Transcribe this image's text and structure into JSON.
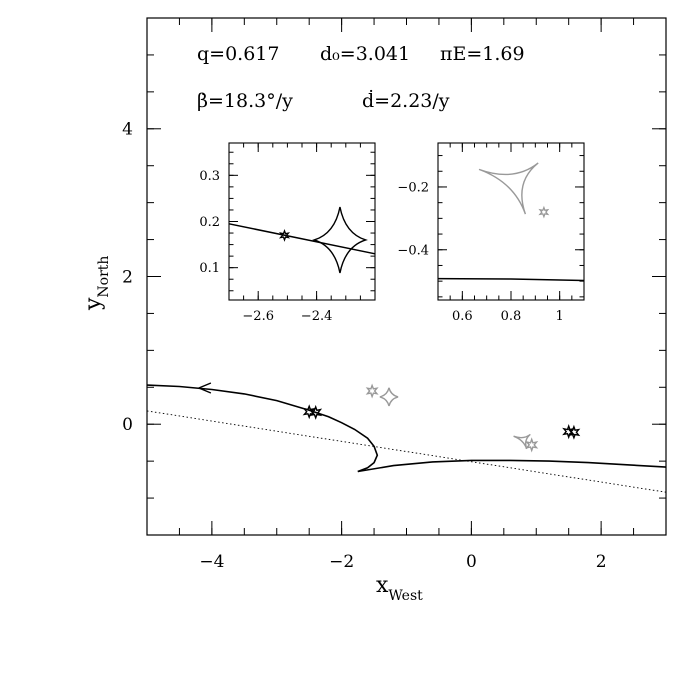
{
  "chart_data": {
    "type": "line",
    "xlabel": "x",
    "xlabel_sub": "West",
    "ylabel": "y",
    "ylabel_sub": "North",
    "xlim": [
      -5,
      3
    ],
    "ylim": [
      -1.5,
      5.5
    ],
    "xticks": [
      -4,
      -2,
      0,
      2
    ],
    "yticks": [
      0,
      2,
      4
    ],
    "xtick_labels": [
      "−4",
      "−2",
      "0",
      "2"
    ],
    "ytick_labels": [
      "0",
      "2",
      "4"
    ],
    "annotations": {
      "line1": {
        "q": "q=0.617",
        "d0": "d₀=3.041",
        "piE": "πΕ=1.69"
      },
      "line2": {
        "beta": "β̇=18.3°/y",
        "ddot": "ḋ=2.23/y"
      }
    },
    "series": [
      {
        "style": "solid",
        "color": "#000000",
        "arrow_at": [
          -4.2,
          0.49
        ],
        "x": [
          -5,
          -4.5,
          -4,
          -3.5,
          -3,
          -2.5,
          -2.2,
          -2.0,
          -1.8,
          -1.6,
          -1.5,
          -1.45,
          -1.5,
          -1.6,
          -1.75
        ],
        "y": [
          0.53,
          0.51,
          0.47,
          0.41,
          0.32,
          0.19,
          0.1,
          0.02,
          -0.07,
          -0.19,
          -0.3,
          -0.42,
          -0.52,
          -0.59,
          -0.64
        ]
      },
      {
        "style": "solid",
        "color": "#000000",
        "x": [
          -1.75,
          -1.2,
          -0.6,
          0,
          0.6,
          1.2,
          1.8,
          2.4,
          3
        ],
        "y": [
          -0.64,
          -0.56,
          -0.51,
          -0.49,
          -0.49,
          -0.5,
          -0.52,
          -0.55,
          -0.58
        ]
      },
      {
        "style": "dotted",
        "color": "#000000",
        "x": [
          -5,
          3
        ],
        "y": [
          0.18,
          -0.92
        ]
      }
    ],
    "caustics": [
      {
        "color": "#999999",
        "cx": -1.27,
        "cy": 0.37,
        "size": 0.14,
        "shape": "diamond"
      },
      {
        "color": "#999999",
        "cx": 0.79,
        "cy": -0.23,
        "size": 0.14,
        "shape": "triangle"
      }
    ],
    "stars": [
      {
        "color": "#000000",
        "x": -2.5,
        "y": 0.17
      },
      {
        "color": "#000000",
        "x": -2.4,
        "y": 0.16
      },
      {
        "color": "#999999",
        "x": -1.53,
        "y": 0.45
      },
      {
        "color": "#999999",
        "x": 0.93,
        "y": -0.28
      },
      {
        "color": "#000000",
        "x": 1.5,
        "y": -0.1
      },
      {
        "color": "#000000",
        "x": 1.58,
        "y": -0.11
      }
    ],
    "insets": [
      {
        "xlim": [
          -2.7,
          -2.2
        ],
        "ylim": [
          0.03,
          0.37
        ],
        "xticks": [
          -2.6,
          -2.4
        ],
        "yticks": [
          0.1,
          0.2,
          0.3
        ],
        "xtick_labels": [
          "−2.6",
          "−2.4"
        ],
        "ytick_labels": [
          "0.1",
          "0.2",
          "0.3"
        ],
        "line": {
          "x": [
            -2.7,
            -2.2
          ],
          "y": [
            0.195,
            0.13
          ]
        },
        "caustic": {
          "cx": -2.32,
          "cy": 0.16,
          "w": 0.08,
          "h": 0.065,
          "color": "#000000",
          "shape": "diamond"
        },
        "star": {
          "x": -2.51,
          "y": 0.17,
          "color": "#000000"
        }
      },
      {
        "xlim": [
          0.5,
          1.1
        ],
        "ylim": [
          -0.56,
          -0.06
        ],
        "xticks": [
          0.6,
          0.8,
          1
        ],
        "yticks": [
          -0.4,
          -0.2
        ],
        "xtick_labels": [
          "0.6",
          "0.8",
          "1"
        ],
        "ytick_labels": [
          "−0.4",
          "−0.2"
        ],
        "line": {
          "x": [
            0.5,
            0.8,
            1.1
          ],
          "y": [
            -0.492,
            -0.493,
            -0.498
          ]
        },
        "caustic": {
          "cx": 0.8,
          "cy": -0.2,
          "color": "#999999",
          "shape": "triangle"
        },
        "star": {
          "x": 0.935,
          "y": -0.28,
          "color": "#999999"
        }
      }
    ]
  }
}
